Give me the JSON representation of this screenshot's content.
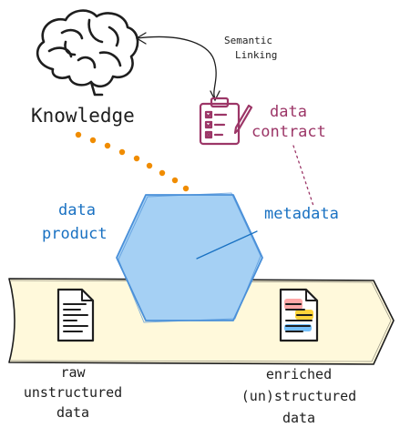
{
  "labels": {
    "knowledge": "Knowledge",
    "semantic_line1": "Semantic",
    "semantic_line2": "Linking",
    "contract_line1": "data",
    "contract_line2": "contract",
    "product_line1": "data",
    "product_line2": "product",
    "metadata": "metadata",
    "raw_line1": "raw",
    "raw_line2": "unstructured",
    "raw_line3": "data",
    "enriched_line1": "enriched",
    "enriched_line2": "(un)structured",
    "enriched_line3": "data"
  },
  "colors": {
    "ink": "#1e1e1e",
    "blue_text": "#1971c2",
    "contract": "#9c3667",
    "hex_fill": "#a5d0f4",
    "hex_stroke": "#4a90d9",
    "dots": "#f08c00",
    "band_fill": "#fff9db",
    "doc_red": "#ffa8a8",
    "doc_yellow": "#ffd43b",
    "doc_blue": "#74c0fc"
  },
  "icons": {
    "brain": "brain-icon",
    "clipboard": "clipboard-checklist-icon",
    "raw_doc": "document-icon",
    "enriched_doc": "highlighted-document-icon"
  }
}
